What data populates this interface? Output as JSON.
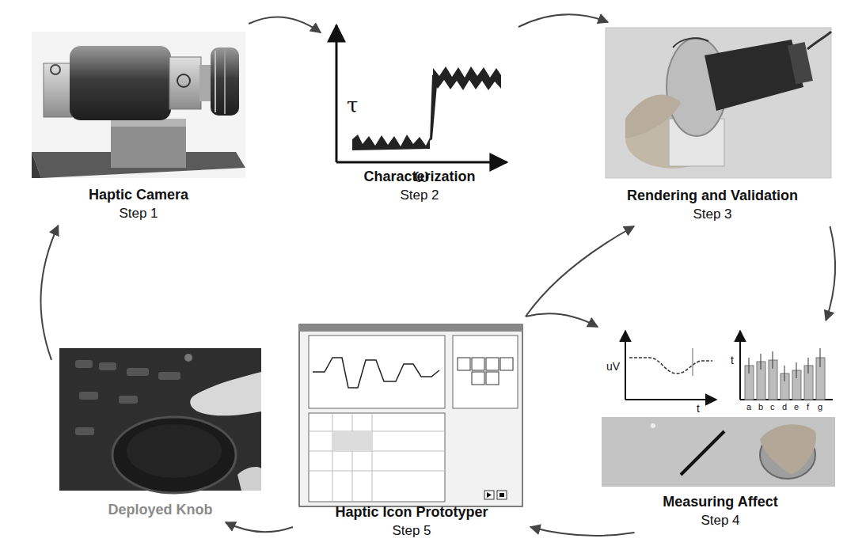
{
  "diagram": {
    "nodes": [
      {
        "text": [
          "Haptic Camera",
          "Step 1"
        ]
      },
      {
        "text": [
          "Characterization",
          "Step 2"
        ]
      },
      {
        "text": [
          "Rendering and Validation",
          "Step 3"
        ]
      },
      {
        "text": [
          "Deployed Knob"
        ]
      },
      {
        "text": [
          "Haptic Icon Prototyper",
          "Step 5"
        ]
      },
      {
        "text": [
          "Measuring Affect",
          "Step 4"
        ]
      }
    ],
    "edges": [
      {
        "from": 0,
        "to": 1,
        "arrow": "to"
      },
      {
        "from": 1,
        "to": 2,
        "arrow": "to"
      },
      {
        "from": 2,
        "to": 5,
        "arrow": "to"
      },
      {
        "from": 5,
        "to": 4,
        "arrow": "to"
      },
      {
        "from": 4,
        "to": 2,
        "arrow": "to"
      },
      {
        "from": 4,
        "to": 5,
        "arrow": "to"
      },
      {
        "from": 4,
        "to": 3,
        "arrow": "to"
      },
      {
        "from": 3,
        "to": 0,
        "arrow": "to"
      }
    ],
    "labels": [
      "τ",
      "ω",
      "uV",
      "t",
      "t",
      "a",
      "b",
      "c",
      "d",
      "e",
      "f",
      "g"
    ]
  }
}
